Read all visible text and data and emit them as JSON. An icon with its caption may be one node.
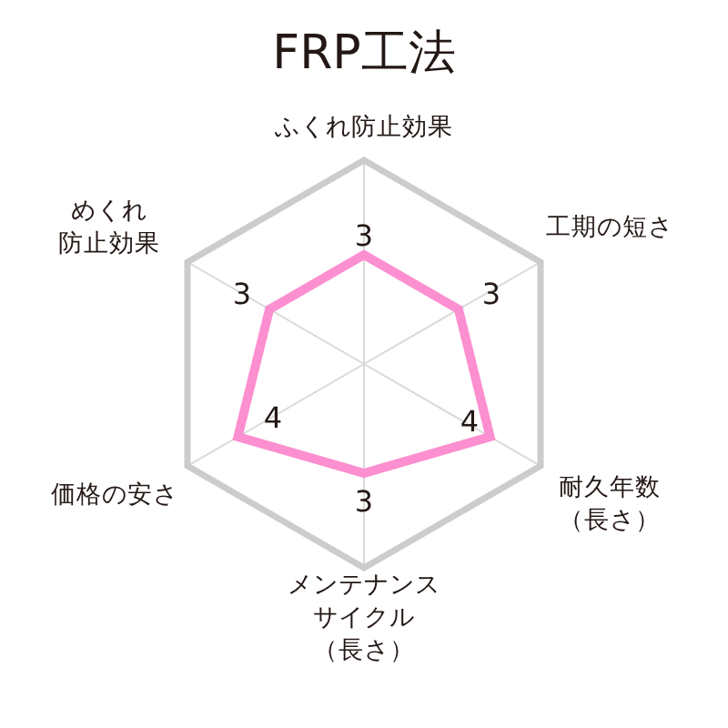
{
  "diagram": {
    "title": "FRP工法",
    "labels": [
      "ふくれ防止効果",
      "工期の短さ",
      "耐久年数（長さ）",
      "メンテナンスサイクル（長さ）",
      "価格の安さ",
      "めくれ防止効果",
      "3",
      "3",
      "4",
      "3",
      "4",
      "3"
    ]
  }
}
